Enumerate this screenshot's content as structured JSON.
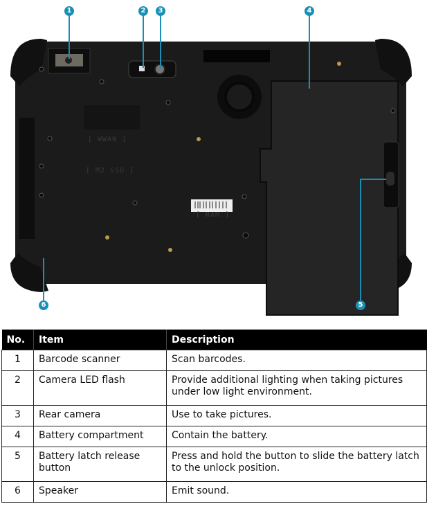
{
  "callouts": [
    "1",
    "2",
    "3",
    "4",
    "5",
    "6"
  ],
  "device_labels": {
    "wwan": "[ WWAN ]",
    "ssd": "[ M2 SSD ]",
    "ram": "[ RAM ]"
  },
  "colors": {
    "callout": "#1a8fb5",
    "header_bg": "#000000"
  },
  "table": {
    "headers": [
      "No.",
      "Item",
      "Description"
    ],
    "rows": [
      {
        "no": "1",
        "item": "Barcode scanner",
        "desc": "Scan barcodes."
      },
      {
        "no": "2",
        "item": "Camera LED flash",
        "desc": "Provide additional lighting when taking pictures under low light environment."
      },
      {
        "no": "3",
        "item": "Rear camera",
        "desc": "Use to take pictures."
      },
      {
        "no": "4",
        "item": "Battery compartment",
        "desc": "Contain the battery."
      },
      {
        "no": "5",
        "item": "Battery latch release button",
        "desc": "Press and hold the button to slide the battery latch to the unlock position."
      },
      {
        "no": "6",
        "item": "Speaker",
        "desc": "Emit sound."
      }
    ]
  }
}
